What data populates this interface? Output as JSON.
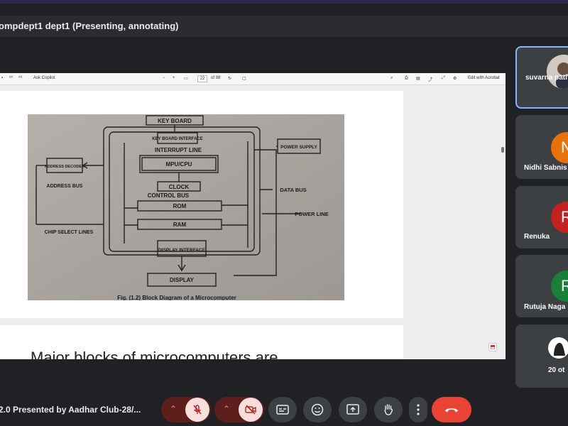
{
  "meeting": {
    "title": "ompdept1 dept1 (Presenting, annotating)",
    "presentation_label": "2.0 Presented by Aadhar Club-28/..."
  },
  "pdf": {
    "toolbar": {
      "ask_copilot": "Ask Copilot",
      "minus": "−",
      "plus": "+",
      "page_number": "22",
      "page_total": "of 98",
      "edit_with_acrobat": "Edit with Acrobat"
    },
    "diagram": {
      "keyboard": "KEY BOARD",
      "keyboard_interface": "KEY BOARD INTERFACE",
      "interrupt_line": "INTERRUPT LINE",
      "mpu_cpu": "MPU/CPU",
      "clock": "CLOCK",
      "control_bus": "CONTROL BUS",
      "rom": "ROM",
      "ram": "RAM",
      "display_interface": "DISPLAY INTERFACE",
      "display": "DISPLAY",
      "address_decoder": "ADDRESS DECODER",
      "address_bus": "ADDRESS BUS",
      "chip_select_lines": "CHIP SELECT LINES",
      "power_supply": "POWER SUPPLY",
      "data_bus": "DATA BUS",
      "power_line": "POWER LINE",
      "caption": "Fig. (1.2) Block Diagram of a Microcomputer"
    },
    "next_page_heading": "Major blocks of microcomputers are"
  },
  "participants": [
    {
      "name": "suvarna pati",
      "initial": "",
      "color": "#d9d4cf"
    },
    {
      "name": "Nidhi Sabnis",
      "initial": "N",
      "color": "#e8710a"
    },
    {
      "name": "Renuka",
      "initial": "R",
      "color": "#c5221f"
    },
    {
      "name": "Rutuja Naga",
      "initial": "R",
      "color": "#188038"
    },
    {
      "name": "20 ot",
      "initial": "",
      "color": "#ffffff"
    }
  ],
  "colors": {
    "background": "#202124",
    "tile": "#3c4043",
    "active_border": "#8ab4f8",
    "end_call": "#ea4335"
  }
}
